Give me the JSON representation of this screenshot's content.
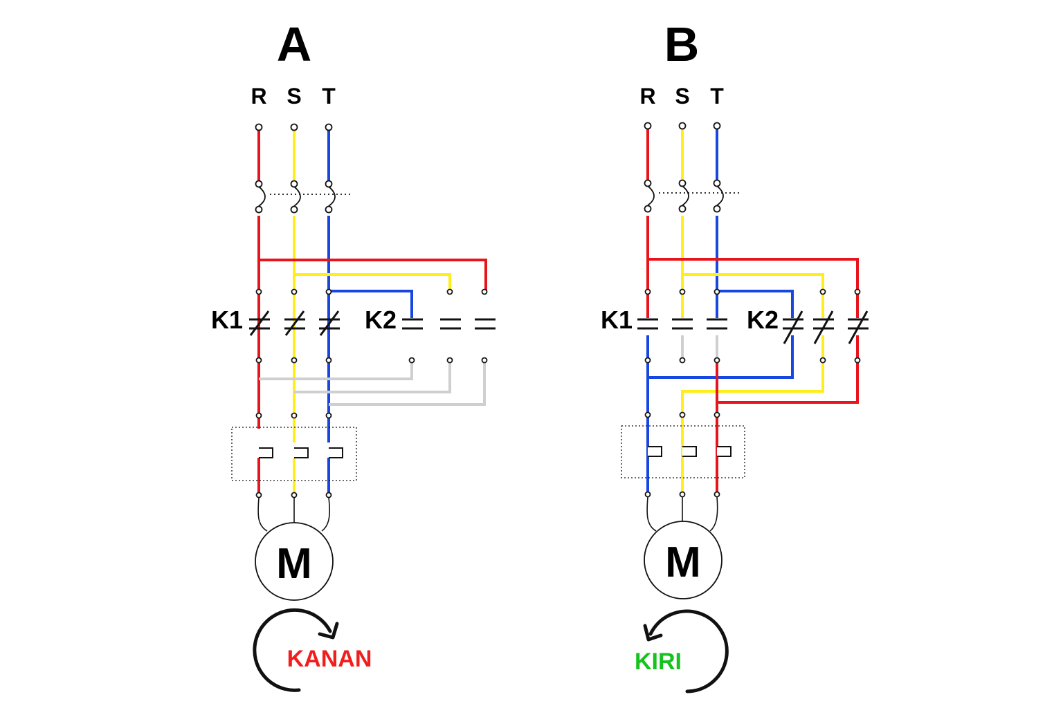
{
  "diagrams": [
    {
      "title": "A",
      "phases": [
        "R",
        "S",
        "T"
      ],
      "k1_label": "K1",
      "k2_label": "K2",
      "motor_label": "M",
      "rotation_label": "KANAN",
      "rotation_color": "#f21d1d"
    },
    {
      "title": "B",
      "phases": [
        "R",
        "S",
        "T"
      ],
      "k1_label": "K1",
      "k2_label": "K2",
      "motor_label": "M",
      "rotation_label": "KIRI",
      "rotation_color": "#16c21d"
    }
  ],
  "colors": {
    "phase_r": "#e8141b",
    "phase_s": "#ffee1a",
    "phase_t": "#1747e0",
    "inactive": "#cfcfcf",
    "line": "#111111"
  }
}
